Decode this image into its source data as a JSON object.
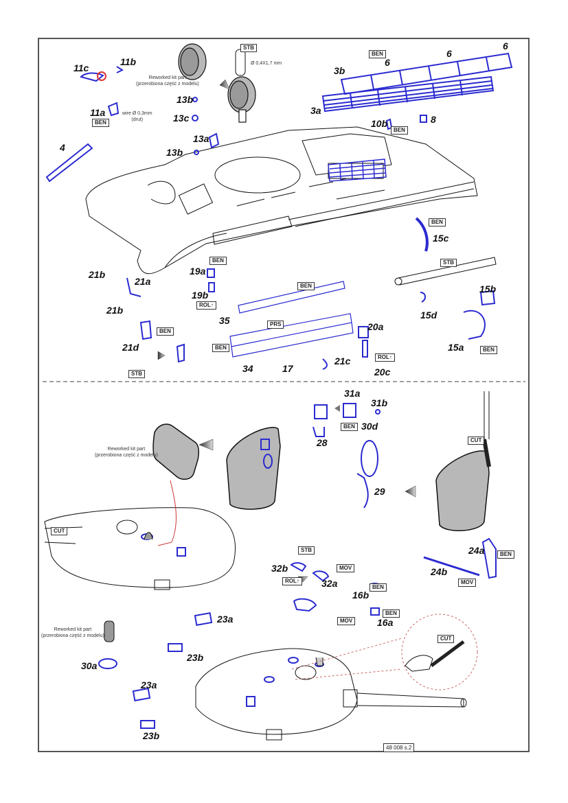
{
  "document": {
    "page_number": "48 008 s.2",
    "colors": {
      "etched_part": "#2a2ad0",
      "kit_part_fill": "#b8b8b8",
      "line": "#111111",
      "cut_guide": "#cc3333",
      "frame": "#555555"
    }
  },
  "notes": {
    "reworked": "Reworked kit part",
    "reworked_pl": "(przerobiona część z modelu)",
    "wire": "wire Ø 0,3mm",
    "wire_pl": "(drut)",
    "rod_dim": "Ø 0,4X1,7 mm"
  },
  "tags": {
    "ben": "BEN",
    "stb": "STB",
    "rol": "ROL↑",
    "prs": "PRS",
    "cut": "CUT",
    "mov": "MOV"
  },
  "labels": {
    "p11c": "11c",
    "p11b": "11b",
    "p11a": "11a",
    "p4": "4",
    "p13b_1": "13b",
    "p13c": "13c",
    "p13a": "13a",
    "p13b_2": "13b",
    "p3b": "3b",
    "p3a": "3a",
    "p6_1": "6",
    "p6_2": "6",
    "p6_3": "6",
    "p10b": "10b",
    "p8": "8",
    "p15c": "15c",
    "p15d": "15d",
    "p15b": "15b",
    "p15a": "15a",
    "p21b_1": "21b",
    "p21a": "21a",
    "p21b_2": "21b",
    "p21d": "21d",
    "p19a": "19a",
    "p19b": "19b",
    "p35": "35",
    "p34": "34",
    "p17": "17",
    "p21c": "21c",
    "p20a": "20a",
    "p20c": "20c",
    "p31a": "31a",
    "p31b": "31b",
    "p30d": "30d",
    "p28": "28",
    "p29": "29",
    "p24a": "24a",
    "p24b": "24b",
    "p32b": "32b",
    "p32a": "32a",
    "p16b": "16b",
    "p16a": "16a",
    "p23a_1": "23a",
    "p23b_1": "23b",
    "p30a": "30a",
    "p23a_2": "23a",
    "p23b_2": "23b"
  }
}
